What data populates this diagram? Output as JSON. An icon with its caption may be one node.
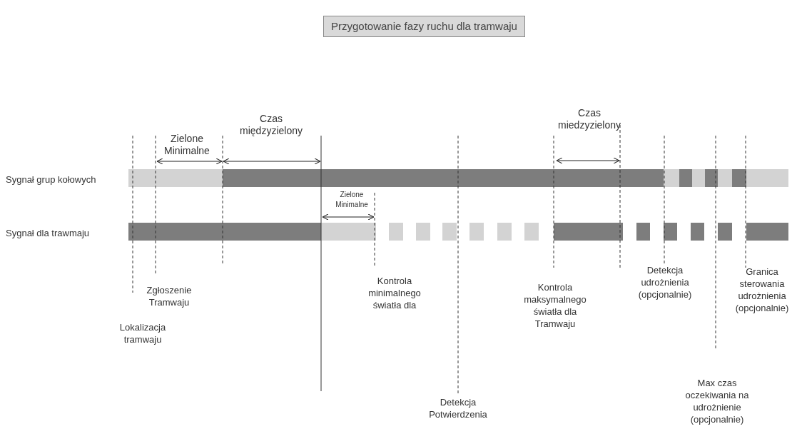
{
  "diagram": {
    "title": "Przygotowanie fazy ruchu dla tramwaju",
    "labels": [
      "Czas międzyzielony",
      "Czas miedzyzielony",
      "Zielone Minimalne",
      "Sygnał grup kołowych",
      "Zielone Minimalne",
      "Sygnał dla trawmaju",
      "Detekcja udrożnienia (opcjonalnie)",
      "Granica sterowania udrożnienia (opcjonalnie)",
      "Zgłoszenie Tramwaju",
      "Kontrola minimalnego światła dla",
      "Kontrola maksymalnego światła dla Tramwaju",
      "Lokalizacja tramwaju",
      "Max czas oczekiwania na udrożnienie (opcjonalnie)",
      "Detekcja Potwierdzenia"
    ]
  }
}
